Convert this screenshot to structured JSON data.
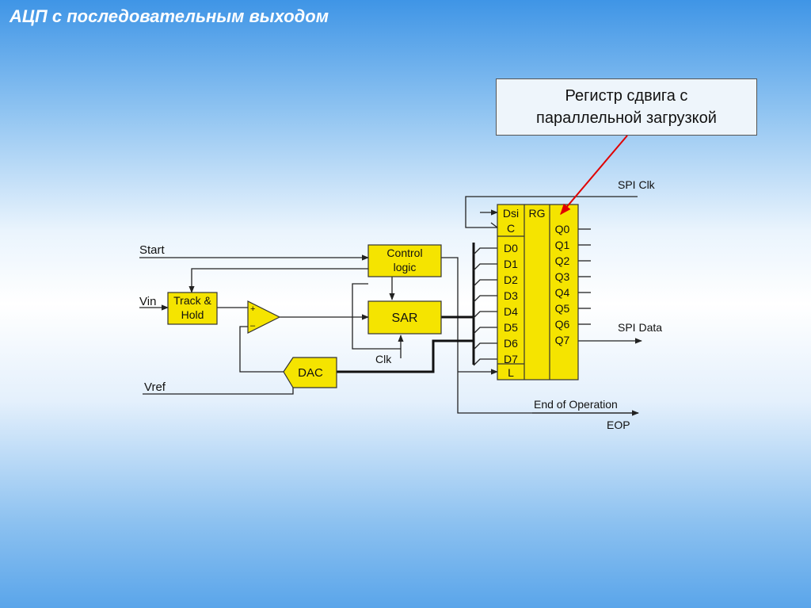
{
  "slide": {
    "title": "АЦП с последовательным выходом",
    "callout": {
      "line1": "Регистр сдвига с",
      "line2": "параллельной загрузкой"
    }
  },
  "diagram": {
    "inputs": {
      "start": "Start",
      "vin": "Vin",
      "vref": "Vref",
      "clk": "Clk"
    },
    "blocks": {
      "track_hold": {
        "line1": "Track &",
        "line2": "Hold"
      },
      "control": {
        "line1": "Control",
        "line2": "logic"
      },
      "sar": "SAR",
      "dac": "DAC",
      "comparator": {
        "plus": "+",
        "minus": "–"
      }
    },
    "register": {
      "name": "RG",
      "dsi": "Dsi",
      "c": "C",
      "l": "L",
      "d_inputs": [
        "D0",
        "D1",
        "D2",
        "D3",
        "D4",
        "D5",
        "D6",
        "D7"
      ],
      "q_outputs": [
        "Q0",
        "Q1",
        "Q2",
        "Q3",
        "Q4",
        "Q5",
        "Q6",
        "Q7"
      ]
    },
    "signals": {
      "spi_clk": "SPI Clk",
      "spi_data": "SPI Data",
      "end_of_operation": "End of Operation",
      "eop": "EOP"
    },
    "colors": {
      "block_fill": "#f5e400",
      "arrow": "#e00000",
      "line": "#222222"
    }
  }
}
